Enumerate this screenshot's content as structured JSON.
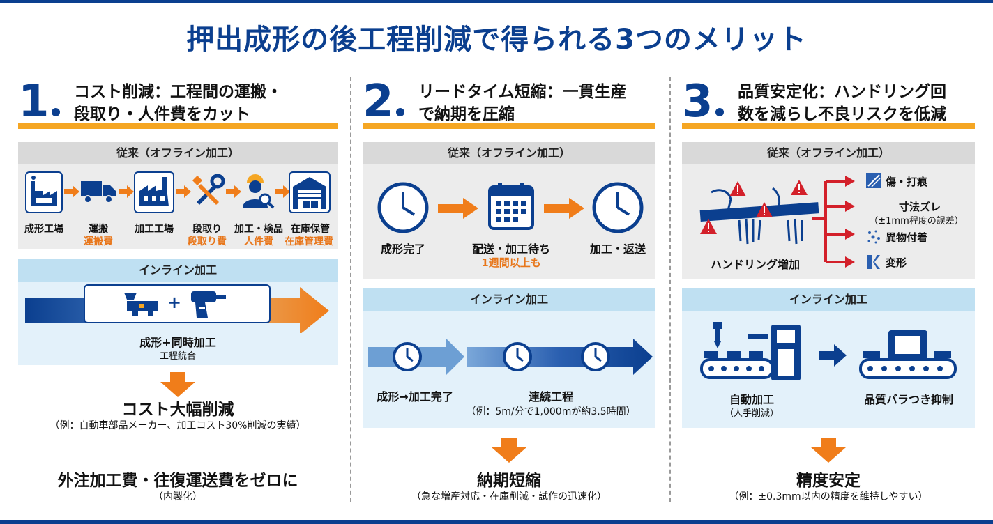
{
  "title": "押出成形の後工程削減で得られる3つのメリット",
  "colors": {
    "navy": "#0b3f8f",
    "orange": "#f07d1a",
    "red": "#d3202a",
    "gold": "#f5a623"
  },
  "col1": {
    "num": "1",
    "heading_line1": "コスト削減：工程間の運搬・",
    "heading_line2": "段取り・人件費をカット",
    "conventional_head": "従来（オフライン加工）",
    "steps": [
      {
        "label": "成形工場",
        "cost": "",
        "icon": "factory-machine-icon"
      },
      {
        "label": "運搬",
        "cost": "運搬費",
        "icon": "truck-icon"
      },
      {
        "label": "加工工場",
        "cost": "",
        "icon": "factory-icon"
      },
      {
        "label": "段取り",
        "cost": "段取り費",
        "icon": "tools-icon"
      },
      {
        "label": "加工・検品",
        "cost": "人件費",
        "icon": "worker-icon"
      },
      {
        "label": "在庫保管",
        "cost": "在庫管理費",
        "icon": "warehouse-icon"
      }
    ],
    "inline_head": "インライン加工",
    "inline_label": "成形+同時加工",
    "inline_sub": "工程統合",
    "plus": "+",
    "result1": "コスト大幅削減",
    "result1_note": "（例：自動車部品メーカー、加工コスト30%削減の実績）",
    "result2": "外注加工費・往復運送費をゼロに",
    "result2_note": "（内製化）"
  },
  "col2": {
    "num": "2",
    "heading_line1": "リードタイム短縮：一貫生産",
    "heading_line2": "で納期を圧縮",
    "conventional_head": "従来（オフライン加工）",
    "step_a": "成形完了",
    "step_b": "配送・加工待ち",
    "step_b_note": "1週間以上も",
    "step_c": "加工・返送",
    "inline_head": "インライン加工",
    "inline_a": "成形→加工完了",
    "inline_b": "連続工程",
    "inline_b_note": "（例：5m/分で1,000mが約3.5時間）",
    "result": "納期短縮",
    "result_note": "（急な増産対応・在庫削減・試作の迅速化）"
  },
  "col3": {
    "num": "3",
    "heading_line1": "品質安定化：ハンドリング回",
    "heading_line2": "数を減らし不良リスクを低減",
    "conventional_head": "従来（オフライン加工）",
    "handling_label": "ハンドリング増加",
    "defects": [
      "傷・打痕",
      "寸法ズレ",
      "（±1mm程度の誤差）",
      "異物付着",
      "変形"
    ],
    "inline_head": "インライン加工",
    "auto_label": "自動加工",
    "auto_note": "（人手削減）",
    "quality_label": "品質バラつき抑制",
    "result": "精度安定",
    "result_note": "（例：±0.3mm以内の精度を維持しやすい）"
  }
}
